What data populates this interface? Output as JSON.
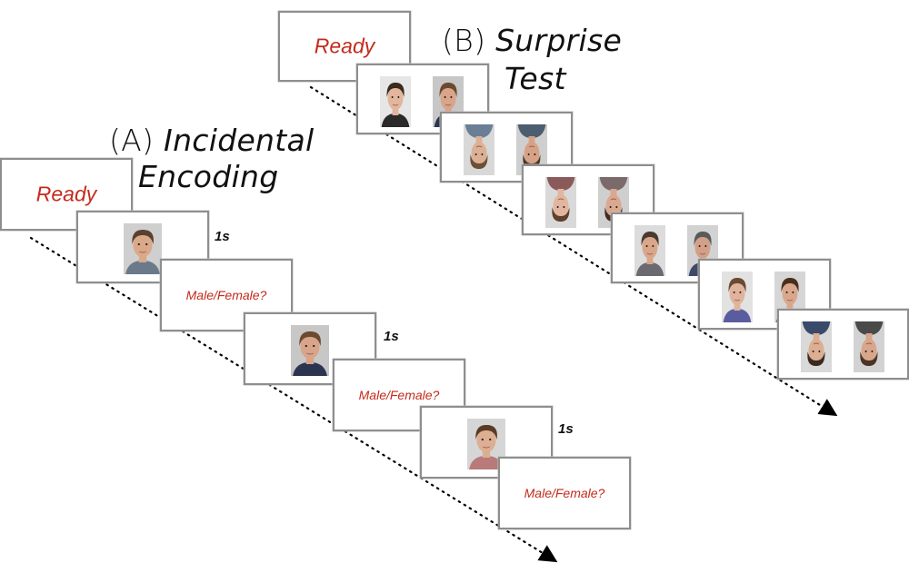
{
  "panel_a": {
    "label": "(A)",
    "name_line1": "Incidental",
    "name_line2": "Encoding",
    "ready": "Ready",
    "prompts": [
      "Male/Female?",
      "Male/Female?",
      "Male/Female?"
    ],
    "durations": [
      "1s",
      "1s",
      "1s"
    ],
    "faces": [
      {
        "hair": "#5a4030",
        "skin": "#d9a98a",
        "shirt": "#6b7a8a",
        "bg": "#cfcfcf",
        "inverted": false
      },
      {
        "hair": "#6b4a2e",
        "skin": "#d8a48a",
        "shirt": "#2c3550",
        "bg": "#c7c7c7",
        "inverted": false
      },
      {
        "hair": "#5a3b26",
        "skin": "#dcae92",
        "shirt": "#b87a7a",
        "bg": "#d6d6d6",
        "inverted": false
      }
    ]
  },
  "panel_b": {
    "label": "(B)",
    "name_line1": "Surprise",
    "name_line2": "Test",
    "ready": "Ready",
    "face_pairs": [
      [
        {
          "hair": "#3b2a1e",
          "skin": "#e2b69c",
          "shirt": "#2a2a2a",
          "bg": "#e6e6e6",
          "inverted": false
        },
        {
          "hair": "#6b4a2e",
          "skin": "#d8a48a",
          "shirt": "#2c3550",
          "bg": "#c7c7c7",
          "inverted": false
        }
      ],
      [
        {
          "hair": "#6b4f36",
          "skin": "#dbb095",
          "shirt": "#6a7f95",
          "bg": "#d8d8d8",
          "inverted": true
        },
        {
          "hair": "#4a3626",
          "skin": "#d6a287",
          "shirt": "#4d5d70",
          "bg": "#cfcfcf",
          "inverted": true
        }
      ],
      [
        {
          "hair": "#5e402b",
          "skin": "#e2b69e",
          "shirt": "#8a5a5a",
          "bg": "#d9d9d9",
          "inverted": true
        },
        {
          "hair": "#3e2c22",
          "skin": "#d9a88e",
          "shirt": "#7a6a6a",
          "bg": "#cfcfcf",
          "inverted": true
        }
      ],
      [
        {
          "hair": "#4a3a30",
          "skin": "#d9a68a",
          "shirt": "#6a6a70",
          "bg": "#dcdcdc",
          "inverted": false
        },
        {
          "hair": "#5a5a5a",
          "skin": "#d2a088",
          "shirt": "#3f4a6a",
          "bg": "#d2d2d2",
          "inverted": false
        }
      ],
      [
        {
          "hair": "#6a4a30",
          "skin": "#e0b49c",
          "shirt": "#5a5ca0",
          "bg": "#e2e2e2",
          "inverted": false
        },
        {
          "hair": "#4a2e1c",
          "skin": "#d9a78c",
          "shirt": "#2a2a2a",
          "bg": "#d6d6d6",
          "inverted": false
        }
      ],
      [
        {
          "hair": "#3a2a20",
          "skin": "#dcae92",
          "shirt": "#3a4a6a",
          "bg": "#d9d9d9",
          "inverted": true
        },
        {
          "hair": "#4a3424",
          "skin": "#d8a68a",
          "shirt": "#4a4a4a",
          "bg": "#d2d2d2",
          "inverted": true
        }
      ]
    ]
  }
}
